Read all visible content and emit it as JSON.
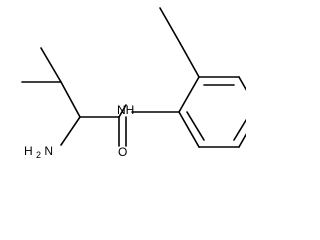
{
  "molecule": {
    "atoms": {
      "nh": {
        "text": "NH"
      },
      "o": {
        "text": "O"
      },
      "nh2": {
        "main": "H",
        "sub": "2",
        "tail": "N"
      }
    }
  }
}
